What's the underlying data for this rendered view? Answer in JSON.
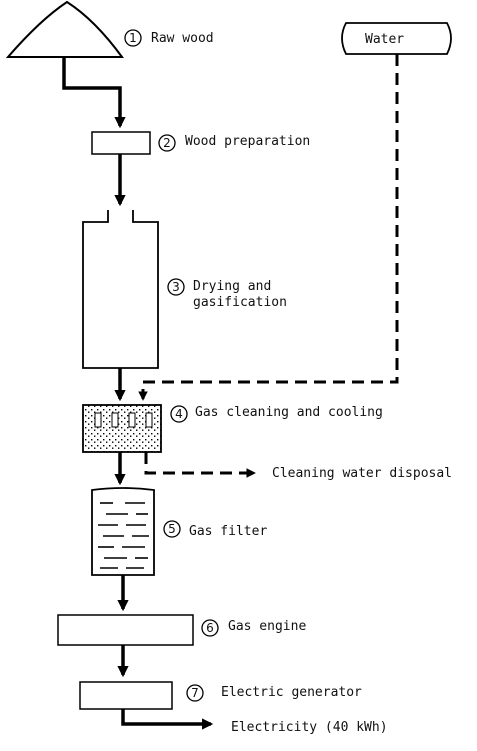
{
  "steps": [
    {
      "number": "1",
      "label": "Raw wood"
    },
    {
      "number": "2",
      "label": "Wood preparation"
    },
    {
      "number": "3",
      "label_lines": [
        "Drying and",
        "gasification"
      ]
    },
    {
      "number": "4",
      "label": "Gas cleaning and cooling"
    },
    {
      "number": "5",
      "label": "Gas filter"
    },
    {
      "number": "6",
      "label": "Gas engine"
    },
    {
      "number": "7",
      "label": "Electric generator"
    }
  ],
  "water": {
    "label": "Water"
  },
  "outputs": {
    "disposal": "Cleaning water disposal",
    "electricity": "Electricity (40 kWh)"
  }
}
